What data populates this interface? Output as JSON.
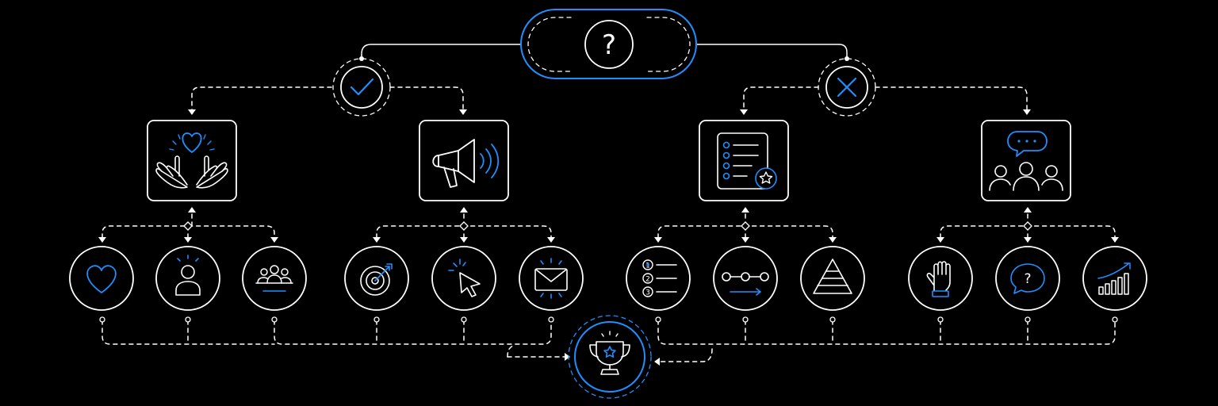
{
  "diagram": {
    "root": {
      "icon": "question-mark-icon",
      "label": "?"
    },
    "yes_branch": {
      "icon": "check-icon"
    },
    "no_branch": {
      "icon": "x-icon"
    },
    "categories": [
      {
        "icon": "hands-heart-icon",
        "children": [
          "heart-icon",
          "person-icon",
          "group-icon"
        ]
      },
      {
        "icon": "megaphone-icon",
        "children": [
          "target-icon",
          "cursor-click-icon",
          "envelope-icon"
        ]
      },
      {
        "icon": "checklist-star-icon",
        "children": [
          "numbered-list-icon",
          "process-steps-icon",
          "pyramid-icon"
        ]
      },
      {
        "icon": "team-chat-icon",
        "children": [
          "raised-hand-icon",
          "question-bubble-icon",
          "growth-chart-icon"
        ]
      }
    ],
    "goal": {
      "icon": "trophy-icon"
    },
    "numbered_list_labels": [
      "1",
      "2",
      "3"
    ],
    "question_bubble_label": "?",
    "colors": {
      "background": "#000000",
      "line": "#ffffff",
      "accent": "#1f8fff"
    }
  }
}
